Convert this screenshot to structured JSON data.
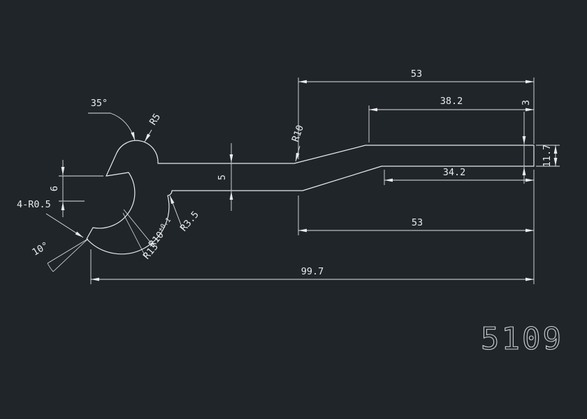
{
  "colors": {
    "background": "#20252a",
    "line": "#e8ebeb",
    "text": "#e8ebeb"
  },
  "part_number": "5109",
  "dims": {
    "top_width": "53",
    "upper_step": "38.2",
    "lip": "3",
    "end_height": "11.7",
    "lower_step": "34.2",
    "bottom_width": "53",
    "overall": "99.7",
    "arm": "5",
    "gap": "6",
    "chamfer_angle": "35°",
    "r5": "R5",
    "r10": "R10",
    "fillets": "4-R0.5",
    "mouth_angle": "10°",
    "r3_5": "R3.5",
    "inner_r": "R10",
    "inner_r_tol": "+0.1",
    "r13": "R13"
  }
}
